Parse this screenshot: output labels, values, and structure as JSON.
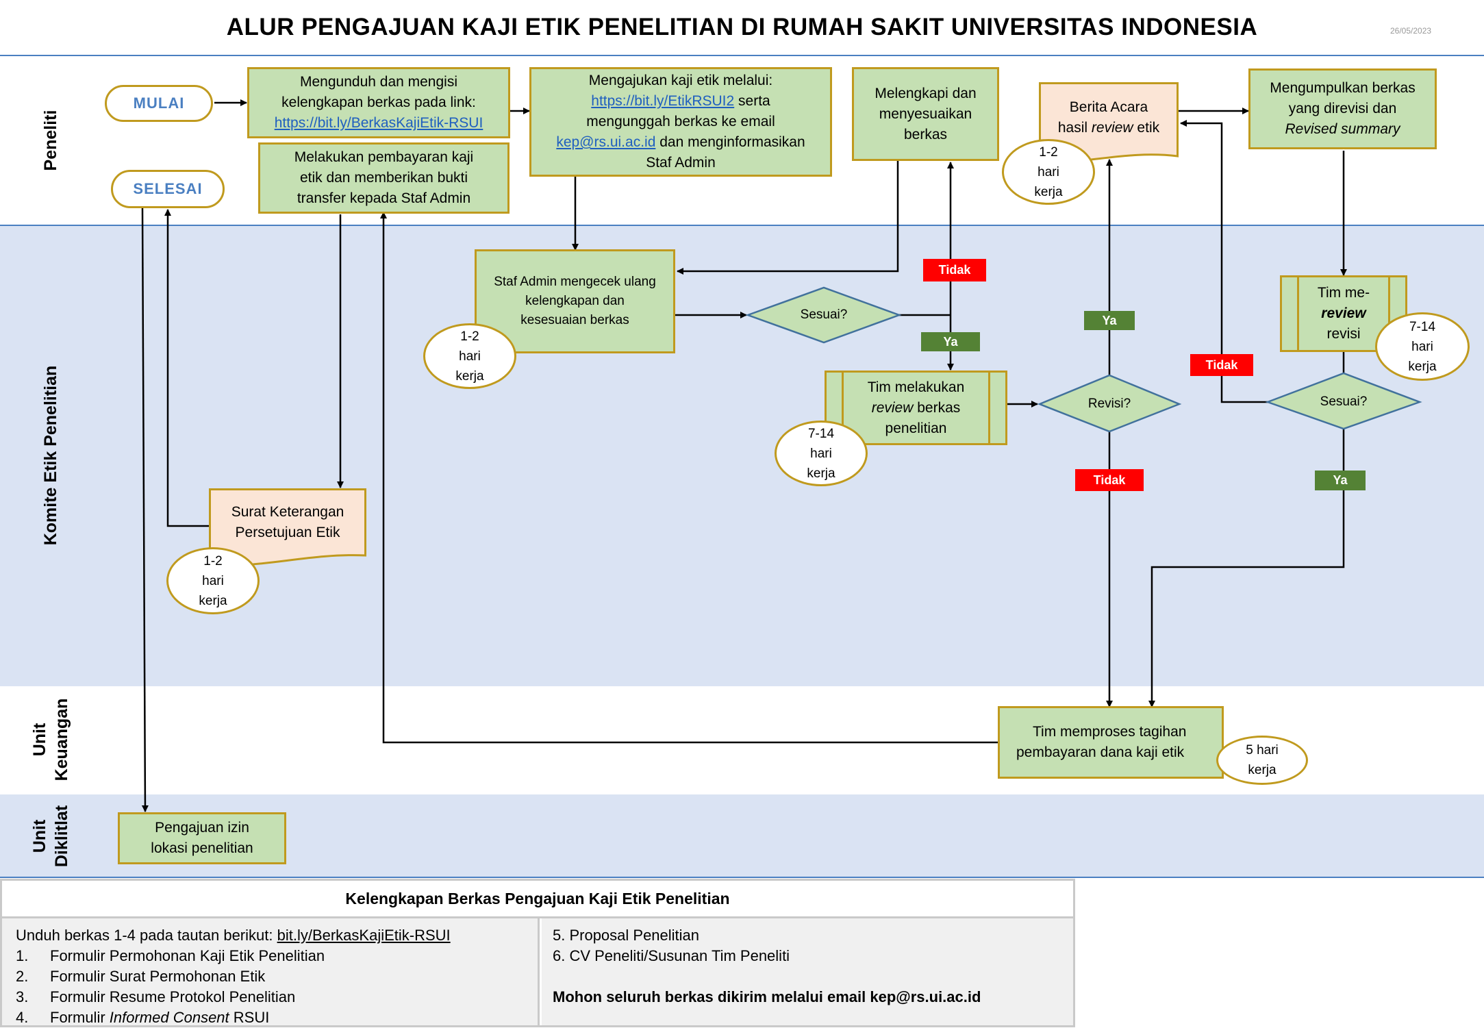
{
  "header": {
    "title": "ALUR PENGAJUAN KAJI ETIK PENELITIAN DI RUMAH SAKIT UNIVERSITAS INDONESIA",
    "date": "26/05/2023"
  },
  "lanes": {
    "peneliti": "Peneliti",
    "komite": "Komite Etik Penelitian",
    "keuangan_1": "Unit",
    "keuangan_2": "Keuangan",
    "diklitlat_1": "Unit",
    "diklitlat_2": "Diklitlat"
  },
  "terminals": {
    "mulai": "MULAI",
    "selesai": "SELESAI"
  },
  "boxes": {
    "unduh": {
      "line1": "Mengunduh dan mengisi",
      "line2": "kelengkapan berkas pada link:",
      "link": "https://bit.ly/BerkasKajiEtik-RSUI"
    },
    "ajukan": {
      "line1": "Mengajukan kaji etik melalui:",
      "link1": "https://bit.ly/EtikRSUI2",
      "line2_rest": " serta",
      "line3": "mengunggah berkas ke email",
      "link2": "kep@rs.ui.ac.id",
      "line4_rest": " dan menginformasikan",
      "line5": "Staf Admin"
    },
    "lengkapi": {
      "line1": "Melengkapi dan",
      "line2": "menyesuaikan",
      "line3": "berkas"
    },
    "berita": {
      "line1": "Berita Acara",
      "line2_a": "hasil ",
      "line2_i": "review",
      "line2_b": " etik"
    },
    "kumpul": {
      "line1": "Mengumpulkan berkas",
      "line2": "yang direvisi dan",
      "line3": "Revised summary"
    },
    "bayar": {
      "line1": "Melakukan pembayaran kaji",
      "line2": "etik dan memberikan bukti",
      "line3": "transfer kepada Staf Admin"
    },
    "staf": {
      "line1": "Staf Admin mengecek ulang",
      "line2": "kelengkapan dan",
      "line3": "kesesuaian berkas"
    },
    "review": {
      "line1": "Tim melakukan",
      "line2_i": "review",
      "line2_b": " berkas",
      "line3": "penelitian"
    },
    "rereview": {
      "line1": "Tim me-",
      "line2": "review",
      "line3": "revisi"
    },
    "surat": {
      "line1": "Surat Keterangan",
      "line2": "Persetujuan Etik"
    },
    "tagihan": {
      "line1": "Tim memproses tagihan",
      "line2": "pembayaran dana kaji etik"
    },
    "izin": {
      "line1": "Pengajuan izin",
      "line2": "lokasi penelitian"
    }
  },
  "decisions": {
    "sesuai1": "Sesuai?",
    "revisi": "Revisi?",
    "sesuai2": "Sesuai?"
  },
  "durations": {
    "d_staf": [
      "1-2",
      "hari",
      "kerja"
    ],
    "d_berita": [
      "1-2",
      "hari",
      "kerja"
    ],
    "d_review": [
      "7-14",
      "hari",
      "kerja"
    ],
    "d_rereview": [
      "7-14",
      "hari",
      "kerja"
    ],
    "d_surat": [
      "1-2",
      "hari",
      "kerja"
    ],
    "d_tagihan": [
      "5 hari",
      "kerja"
    ]
  },
  "tags": {
    "tidak": "Tidak",
    "ya": "Ya"
  },
  "colors": {
    "box_fill": "#c5e0b3",
    "box_border": "#c09a1e",
    "pink_fill": "#fbe5d6",
    "lane_fill": "#dae3f3",
    "terminal_text": "#4a7fc1",
    "tag_red": "#ff0000",
    "tag_green": "#548235"
  },
  "table": {
    "title": "Kelengkapan Berkas Pengajuan Kaji Etik Penelitian",
    "intro": "Unduh berkas 1-4 pada tautan berikut: ",
    "intro_link": "bit.ly/BerkasKajiEtik-RSUI",
    "items_left": [
      {
        "num": "1.",
        "text": "Formulir Permohonan Kaji Etik Penelitian"
      },
      {
        "num": "2.",
        "text": "Formulir Surat Permohonan Etik"
      },
      {
        "num": "3.",
        "text": "Formulir Resume Protokol Penelitian"
      },
      {
        "num": "4.",
        "text_a": "Formulir ",
        "text_i": "Informed Consent",
        "text_b": " RSUI"
      }
    ],
    "items_right": [
      "5. Proposal Penelitian",
      "6. CV Peneliti/Susunan Tim Peneliti"
    ],
    "note": "Mohon seluruh berkas dikirim melalui email kep@rs.ui.ac.id"
  }
}
